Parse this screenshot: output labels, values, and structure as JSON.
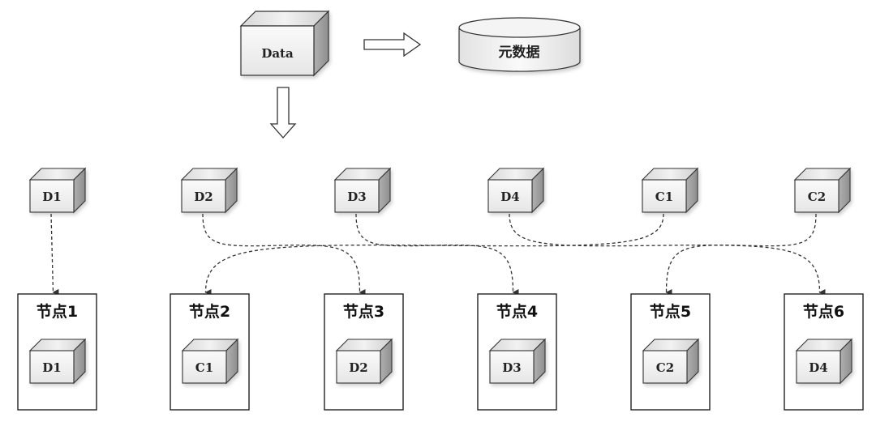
{
  "source": {
    "label": "Data"
  },
  "metadata_store": {
    "label": "元数据"
  },
  "blocks": [
    {
      "id": "D1",
      "label": "D1"
    },
    {
      "id": "D2",
      "label": "D2"
    },
    {
      "id": "D3",
      "label": "D3"
    },
    {
      "id": "D4",
      "label": "D4"
    },
    {
      "id": "C1",
      "label": "C1"
    },
    {
      "id": "C2",
      "label": "C2"
    }
  ],
  "nodes": [
    {
      "title": "节点1",
      "block": "D1"
    },
    {
      "title": "节点2",
      "block": "C1"
    },
    {
      "title": "节点3",
      "block": "D2"
    },
    {
      "title": "节点4",
      "block": "D3"
    },
    {
      "title": "节点5",
      "block": "C2"
    },
    {
      "title": "节点6",
      "block": "D4"
    }
  ],
  "edges": [
    {
      "from": "D1",
      "to": "节点1"
    },
    {
      "from": "D2",
      "to": "节点3"
    },
    {
      "from": "D3",
      "to": "节点4"
    },
    {
      "from": "D4",
      "to": "节点6"
    },
    {
      "from": "C1",
      "to": "节点2"
    },
    {
      "from": "C2",
      "to": "节点5"
    }
  ]
}
